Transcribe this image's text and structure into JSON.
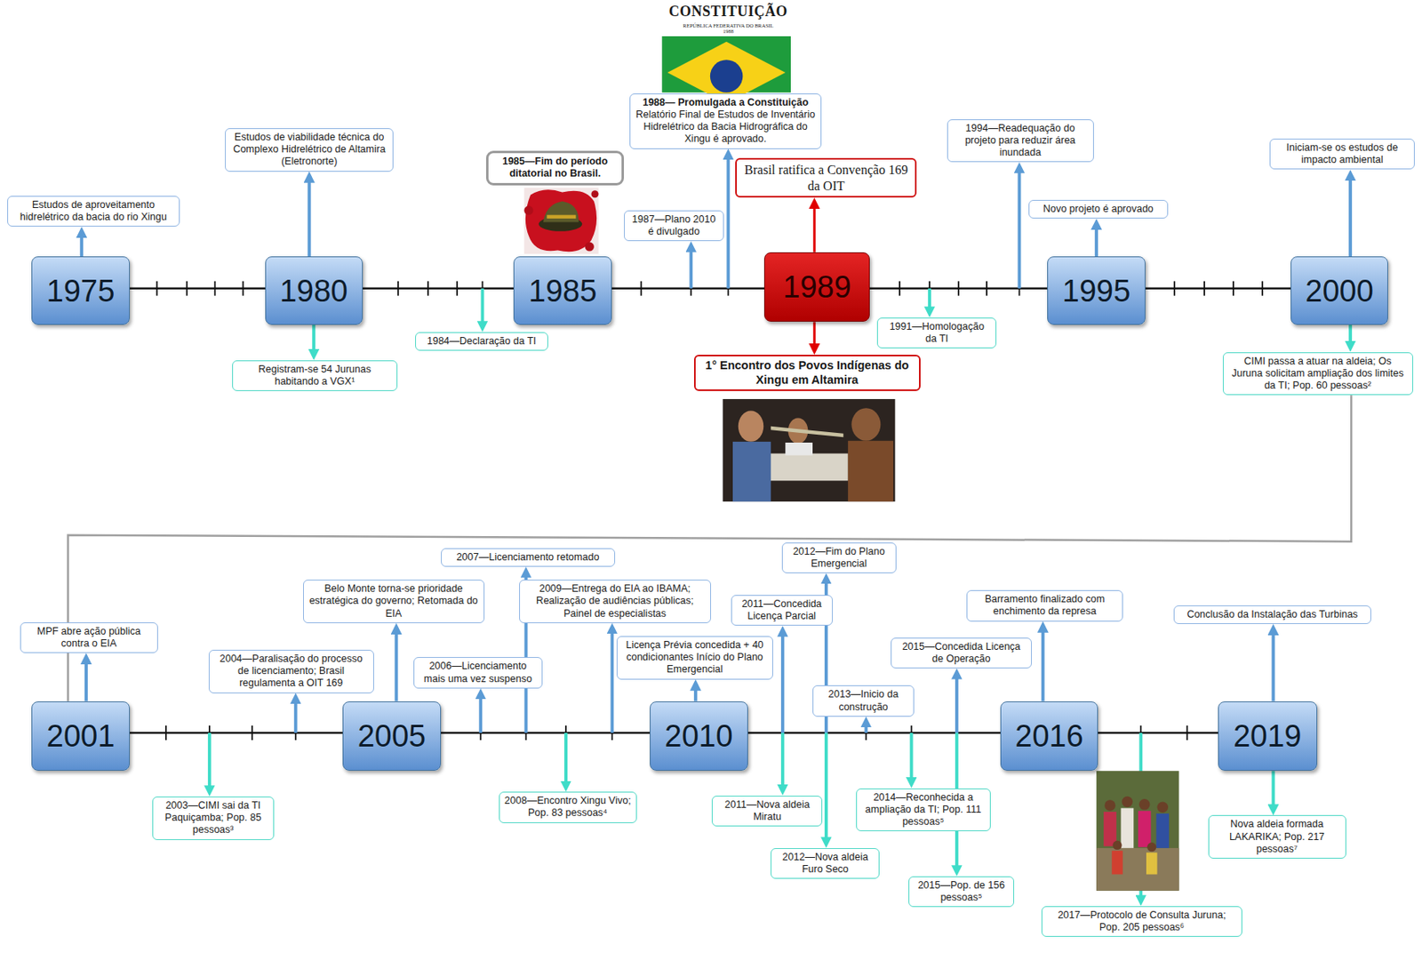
{
  "diagram": {
    "nodes": [
      {
        "text": [
          "1975"
        ]
      },
      {
        "text": [
          "Estudos de aproveitamento hidrelétrico da bacia do rio Xingu"
        ]
      },
      {
        "text": [
          "1980"
        ]
      },
      {
        "text": [
          "Estudos de viabilidade técnica do Complexo Hidrelétrico de Altamira (Eletronorte)"
        ]
      },
      {
        "text": [
          "Registram-se 54 Jurunas habitando a VGX¹"
        ]
      },
      {
        "text": [
          "1984—Declaração da TI"
        ]
      },
      {
        "text": [
          "1985"
        ]
      },
      {
        "text": [
          "1985—Fim do período ditatorial no Brasil."
        ]
      },
      {
        "text": [
          "1987—Plano 2010 é divulgado"
        ]
      },
      {
        "text": [
          "1988— Promulgada a Constituição",
          "Relatório Final de Estudos de Inventário Hidrelétrico da Bacia Hidrográfica do Xingu é aprovado."
        ]
      },
      {
        "text": [
          "1989"
        ]
      },
      {
        "text": [
          "Brasil ratifica a Convenção 169 da OIT"
        ]
      },
      {
        "text": [
          "1° Encontro dos Povos Indígenas do Xingu em Altamira"
        ]
      },
      {
        "text": [
          "1991—Homologação da TI"
        ]
      },
      {
        "text": [
          "1994—Readequação do projeto para reduzir área inundada"
        ]
      },
      {
        "text": [
          "1995"
        ]
      },
      {
        "text": [
          "Novo projeto é aprovado"
        ]
      },
      {
        "text": [
          "2000"
        ]
      },
      {
        "text": [
          "Iniciam-se os estudos de impacto ambiental"
        ]
      },
      {
        "text": [
          "CIMI passa a atuar na aldeia; Os Juruna solicitam ampliação dos limites da TI; Pop. 60 pessoas²"
        ]
      },
      {
        "text": [
          "2001"
        ]
      },
      {
        "text": [
          "MPF abre ação pública contra o EIA"
        ]
      },
      {
        "text": [
          "2003—CIMI sai da TI Paquiçamba; Pop. 85 pessoas³"
        ]
      },
      {
        "text": [
          "2004—Paralisação do processo de licenciamento; Brasil regulamenta a OIT 169"
        ]
      },
      {
        "text": [
          "2005"
        ]
      },
      {
        "text": [
          "Belo Monte torna-se prioridade estratégica do governo; Retomada do EIA"
        ]
      },
      {
        "text": [
          "2006—Licenciamento mais uma vez suspenso"
        ]
      },
      {
        "text": [
          "2007—Licenciamento retomado"
        ]
      },
      {
        "text": [
          "2008—Encontro Xingu Vivo; Pop. 83 pessoas⁴"
        ]
      },
      {
        "text": [
          "2009—Entrega do EIA ao IBAMA; Realização de audiências públicas; Painel de especialistas"
        ]
      },
      {
        "text": [
          "2010"
        ]
      },
      {
        "text": [
          "Licença Prévia concedida + 40 condicionantes Início do Plano Emergencial"
        ]
      },
      {
        "text": [
          "2011—Concedida Licença Parcial"
        ]
      },
      {
        "text": [
          "2011—Nova aldeia Miratu"
        ]
      },
      {
        "text": [
          "2012—Fim do Plano Emergencial"
        ]
      },
      {
        "text": [
          "2012—Nova aldeia Furo Seco"
        ]
      },
      {
        "text": [
          "2013—Inicio da construção"
        ]
      },
      {
        "text": [
          "2014—Reconhecida a ampliação da TI; Pop. 111 pessoas⁵"
        ]
      },
      {
        "text": [
          "2015—Concedida Licença de Operação"
        ]
      },
      {
        "text": [
          "2015—Pop. de 156 pessoas⁵"
        ]
      },
      {
        "text": [
          "2016"
        ]
      },
      {
        "text": [
          "Barramento finalizado com enchimento da represa"
        ]
      },
      {
        "text": [
          "2017—Protocolo de Consulta Juruna; Pop. 205 pessoas⁶"
        ]
      },
      {
        "text": [
          "2019"
        ]
      },
      {
        "text": [
          "Conclusão da Instalação das Turbinas"
        ]
      },
      {
        "text": [
          "Nova aldeia formada LAKARIKA; Pop. 217 pessoas⁷"
        ]
      }
    ],
    "edges": [
      {
        "from": 0,
        "to": 1,
        "arrow": "to"
      },
      {
        "from": 2,
        "to": 3,
        "arrow": "to"
      },
      {
        "from": 2,
        "to": 4,
        "arrow": "to"
      },
      {
        "from": 10,
        "to": 11,
        "arrow": "to"
      },
      {
        "from": 10,
        "to": 12,
        "arrow": "to"
      },
      {
        "from": 15,
        "to": 16,
        "arrow": "to"
      },
      {
        "from": 17,
        "to": 18,
        "arrow": "to"
      },
      {
        "from": 17,
        "to": 19,
        "arrow": "to"
      },
      {
        "from": 19,
        "to": 20,
        "arrow": "none"
      },
      {
        "from": 20,
        "to": 21,
        "arrow": "to"
      },
      {
        "from": 24,
        "to": 25,
        "arrow": "to"
      },
      {
        "from": 30,
        "to": 31,
        "arrow": "to"
      },
      {
        "from": 40,
        "to": 41,
        "arrow": "to"
      },
      {
        "from": 43,
        "to": 44,
        "arrow": "to"
      },
      {
        "from": 43,
        "to": 45,
        "arrow": "to"
      }
    ],
    "labels": [
      "CONSTITUIÇÃO",
      "REPÚBLICA FEDERATIVA DO BRASIL",
      "1988"
    ]
  }
}
